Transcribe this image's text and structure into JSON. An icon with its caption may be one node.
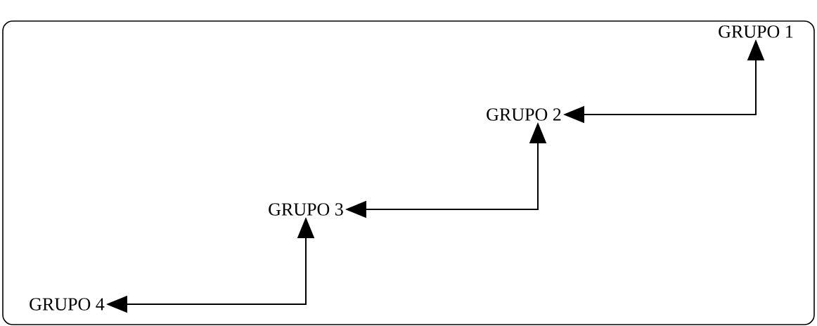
{
  "diagram": {
    "nodes": [
      {
        "text": [
          "GRUPO 1"
        ]
      },
      {
        "text": [
          "GRUPO 2"
        ]
      },
      {
        "text": [
          "GRUPO 3"
        ]
      },
      {
        "text": [
          "GRUPO 4"
        ]
      }
    ],
    "edges": [
      {
        "from": 1,
        "to": 0,
        "arrow": "both"
      },
      {
        "from": 1,
        "to": 2,
        "arrow": "both"
      },
      {
        "from": 2,
        "to": 3,
        "arrow": "both"
      }
    ]
  }
}
